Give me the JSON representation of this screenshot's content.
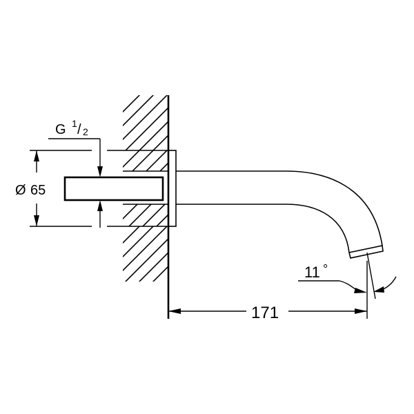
{
  "drawing": {
    "subject": "Wall-mounted bath spout technical drawing",
    "colors": {
      "line": "#000000",
      "background": "#ffffff"
    },
    "dimensions": {
      "thread": {
        "prefix": "G",
        "numerator": "1",
        "slash": "/",
        "denominator": "2"
      },
      "diameter": {
        "symbol": "Ø",
        "value": "65"
      },
      "projection": {
        "value": "171"
      },
      "angle": {
        "value": "11",
        "unit": "°"
      }
    }
  }
}
